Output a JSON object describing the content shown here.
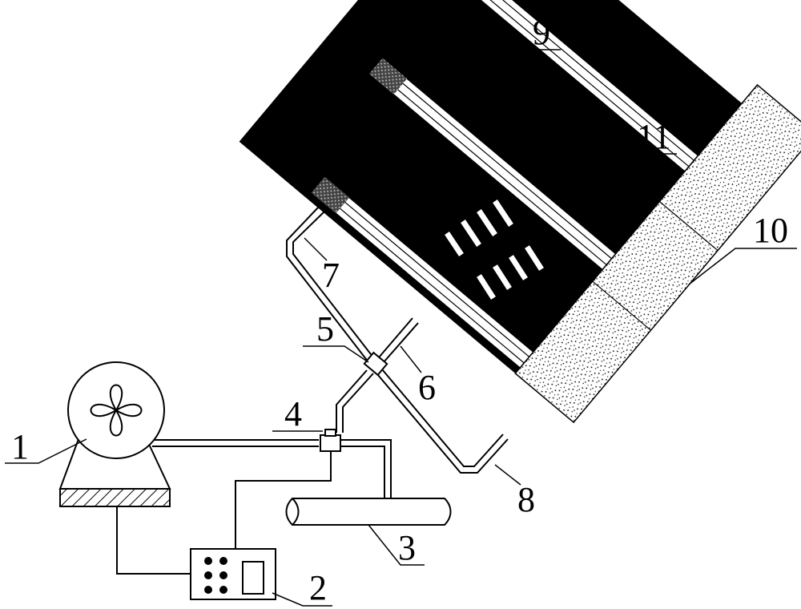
{
  "labels": {
    "fan": "1",
    "controller": "2",
    "pipe": "3",
    "tee_valve": "4",
    "junction": "5",
    "tube_middle": "6",
    "tube_upper": "7",
    "tube_lower": "8",
    "layer_top": "9",
    "layer_right": "10",
    "layer_middle": "11"
  },
  "colors": {
    "ink": "#000000",
    "background": "#ffffff",
    "speckle_fill": "#e6e6e6",
    "pipe_fill": "#ffffff"
  }
}
